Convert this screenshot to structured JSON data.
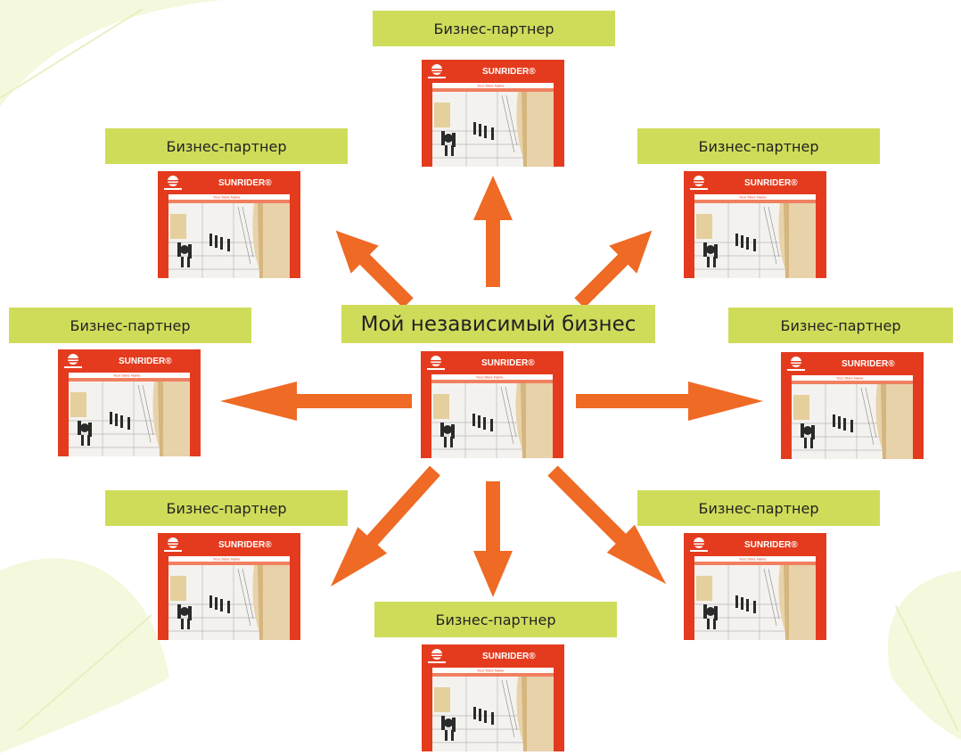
{
  "center": {
    "label": "Мой независимый бизнес"
  },
  "partners": [
    {
      "label": "Бизнес-партнер"
    },
    {
      "label": "Бизнес-партнер"
    },
    {
      "label": "Бизнес-партнер"
    },
    {
      "label": "Бизнес-партнер"
    },
    {
      "label": "Бизнес-партнер"
    },
    {
      "label": "Бизнес-партнер"
    },
    {
      "label": "Бизнес-партнер"
    },
    {
      "label": "Бизнес-партнер"
    }
  ],
  "store": {
    "brand": "SUNRIDER",
    "registered": "®",
    "subtitle": "Your Store Name"
  },
  "colors": {
    "label_bg": "#cfdc5a",
    "arrow": "#ee6a25",
    "store_red": "#e43b1e",
    "leaf": "#f4f8dc"
  }
}
